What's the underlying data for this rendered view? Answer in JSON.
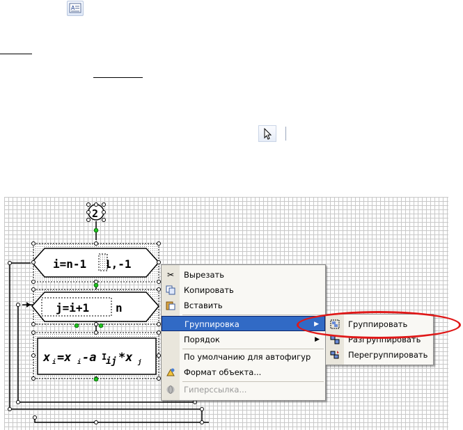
{
  "flowchart": {
    "connector_label": "2",
    "loop1_text": "i=n-1",
    "loop1_suffix": "1,-1",
    "loop2_text": "j=i+1",
    "loop2_suffix": "n",
    "assign_text": "x",
    "assign_rest": "=x",
    "assign_minus": "-a",
    "assign_cursor": "I",
    "assign_tail": "*x",
    "sub_i": "i",
    "sub_ij": "ij",
    "sub_j": "j"
  },
  "context_menu": {
    "items": [
      {
        "label": "Вырезать",
        "icon": "scissors-icon"
      },
      {
        "label": "Копировать",
        "icon": "copy-icon"
      },
      {
        "label": "Вставить",
        "icon": "paste-icon"
      },
      {
        "label": "Группировка",
        "submenu": true,
        "active": true
      },
      {
        "label": "Порядок",
        "submenu": true
      },
      {
        "label": "По умолчанию для автофигур"
      },
      {
        "label": "Формат объекта...",
        "icon": "format-object-icon"
      },
      {
        "label": "Гиперссылка...",
        "icon": "hyperlink-icon",
        "disabled": true
      }
    ]
  },
  "submenu": {
    "items": [
      {
        "label": "Группировать",
        "icon": "group-icon"
      },
      {
        "label": "Разгруппировать",
        "icon": "ungroup-icon"
      },
      {
        "label": "Перегруппировать",
        "icon": "regroup-icon"
      }
    ]
  },
  "colors": {
    "menu_highlight": "#316ac5",
    "annotation": "#e01818",
    "handle_green": "#1fc41f"
  }
}
